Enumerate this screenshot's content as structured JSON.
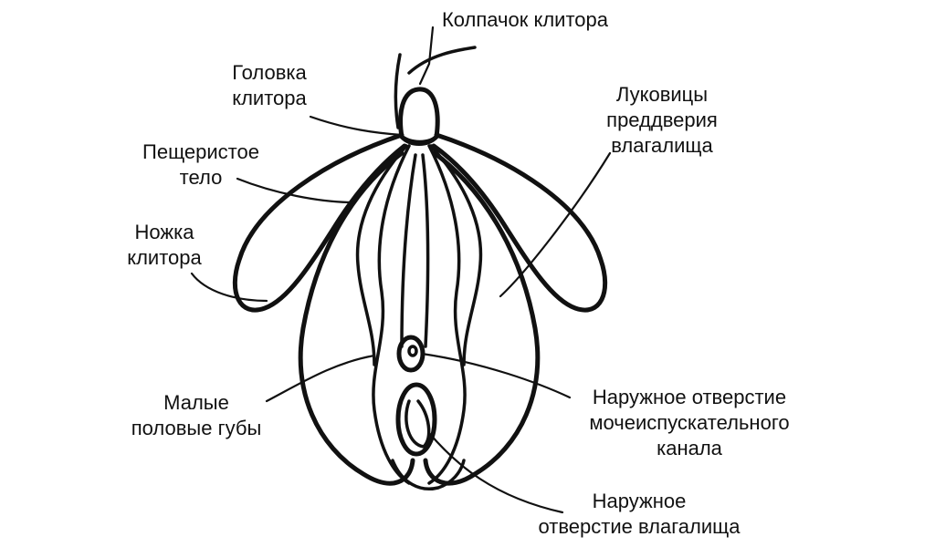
{
  "labels": {
    "clitoral_hood": [
      "Колпачок клитора"
    ],
    "glans_clitoris": [
      "Головка",
      "клитора"
    ],
    "corpus_cavernosum": [
      "Пещеристое",
      "тело"
    ],
    "crus_clitoris": [
      "Ножка",
      "клитора"
    ],
    "labia_minora": [
      "Малые",
      "половые губы"
    ],
    "vestibular_bulbs": [
      "Луковицы",
      "преддверия",
      "влагалища"
    ],
    "urethral_opening": [
      "Наружное отверстие",
      "мочеиспускательного",
      "канала"
    ],
    "vaginal_opening": [
      "Наружное",
      "отверстие влагалища"
    ]
  },
  "colors": {
    "line": "#111111",
    "background": "#ffffff"
  }
}
